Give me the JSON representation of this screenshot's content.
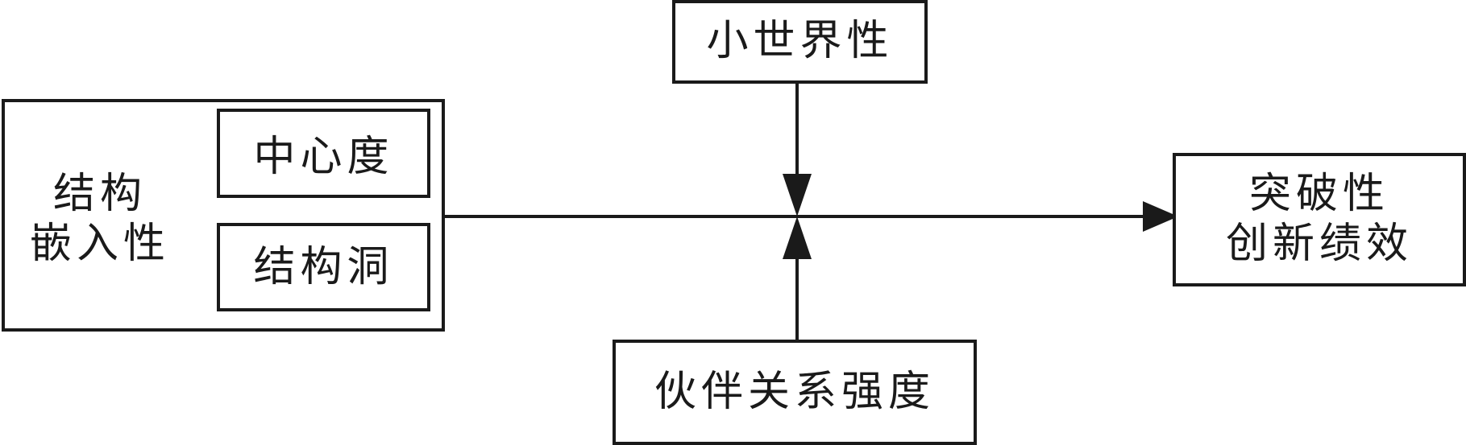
{
  "structural_embeddedness": {
    "title_line1": "结构",
    "title_line2": "嵌入性",
    "centrality": "中心度",
    "structural_holes": "结构洞"
  },
  "small_world": "小世界性",
  "partner_tie_strength": "伙伴关系强度",
  "breakthrough_innovation": {
    "line1": "突破性",
    "line2": "创新绩效"
  }
}
